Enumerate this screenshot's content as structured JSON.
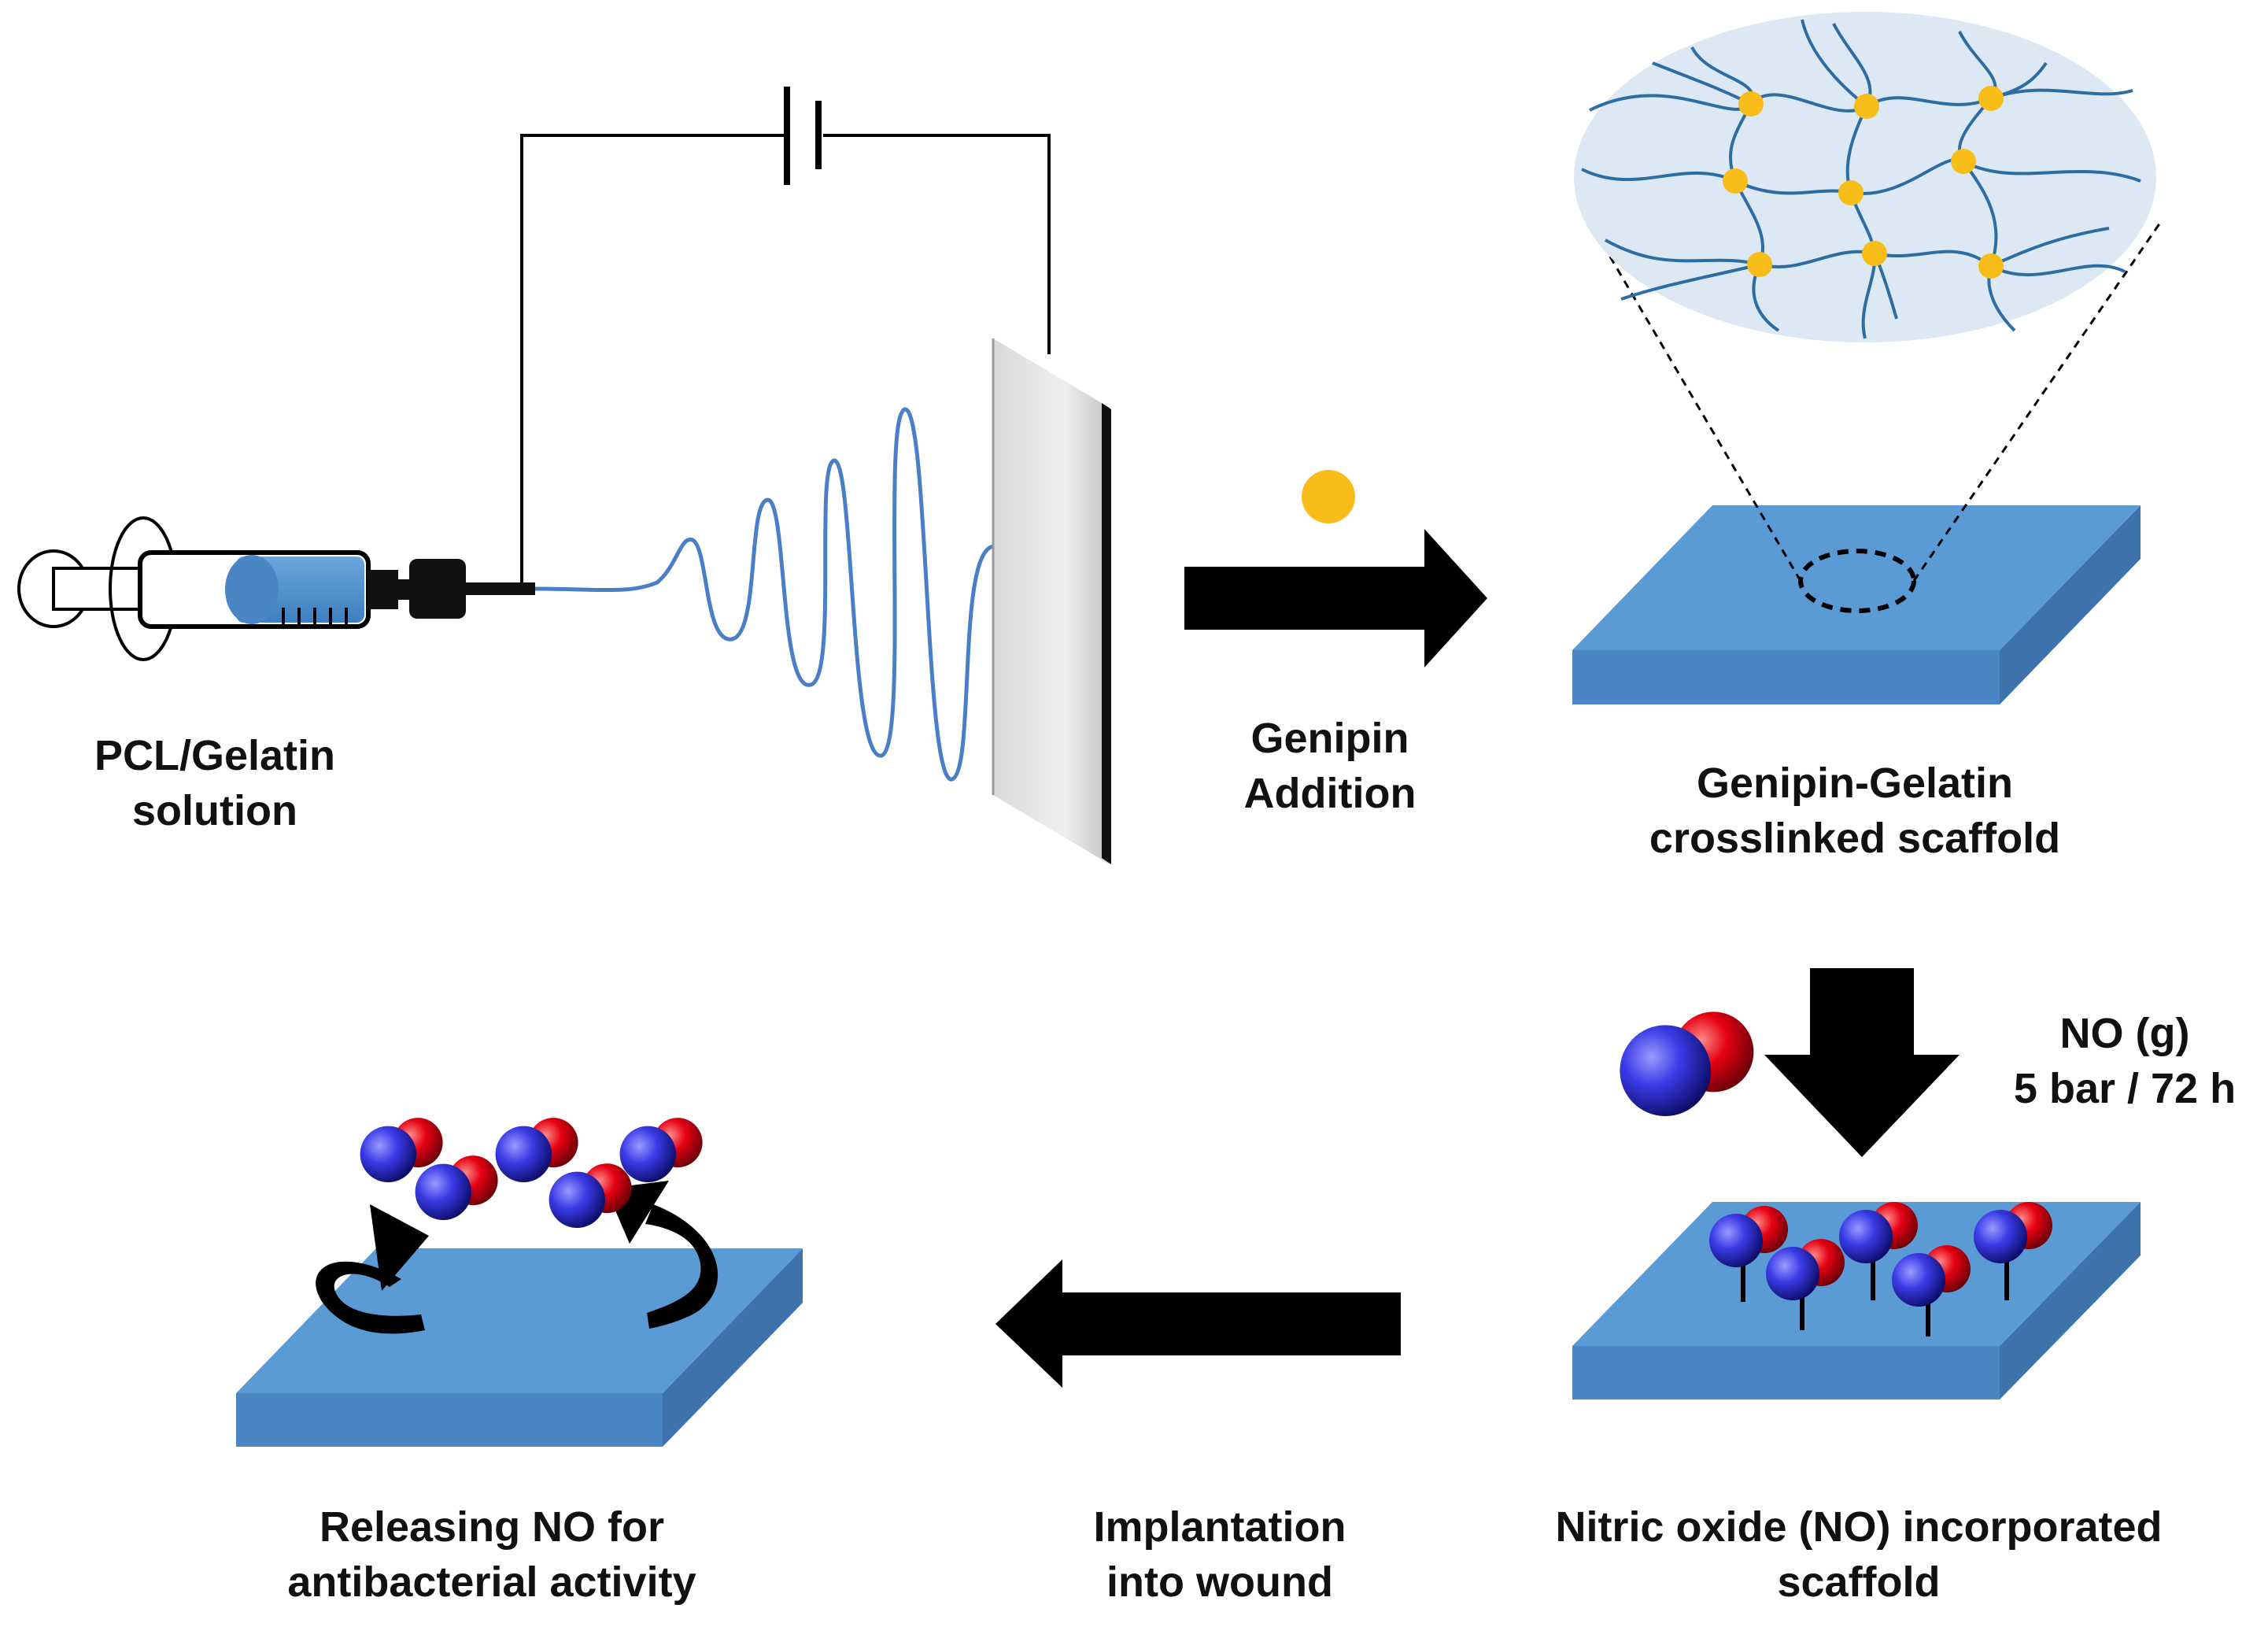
{
  "labels": {
    "pcl_gelatin": [
      "PCL/Gelatin",
      "solution"
    ],
    "genipin_addition": [
      "Genipin",
      "Addition"
    ],
    "crosslinked_scaffold": [
      "Genipin-Gelatin",
      "crosslinked scaffold"
    ],
    "no_gas": [
      "NO (g)",
      "5 bar / 72 h"
    ],
    "no_scaffold": [
      "Nitric oxide (NO) incorporated",
      "scaffold"
    ],
    "implantation": [
      "Implantation",
      "into wound"
    ],
    "releasing": [
      "Releasing NO for",
      "antibacterial activity"
    ]
  },
  "icons": [
    "syringe-icon",
    "collector-plate-icon",
    "battery-icon",
    "genipin-dot-icon",
    "no-molecule-icon",
    "fiber-network-icon"
  ],
  "colors": {
    "scaffold_top": "#5b9bd5",
    "scaffold_front": "#4a86c6",
    "scaffold_side": "#3e72ab",
    "fiber": "#2e6da4",
    "network_bg": "#dce8f4",
    "genipin": "#f8bd19",
    "nitrogen": "#3a3ae6",
    "oxygen": "#e60012",
    "arrow": "#000000"
  }
}
